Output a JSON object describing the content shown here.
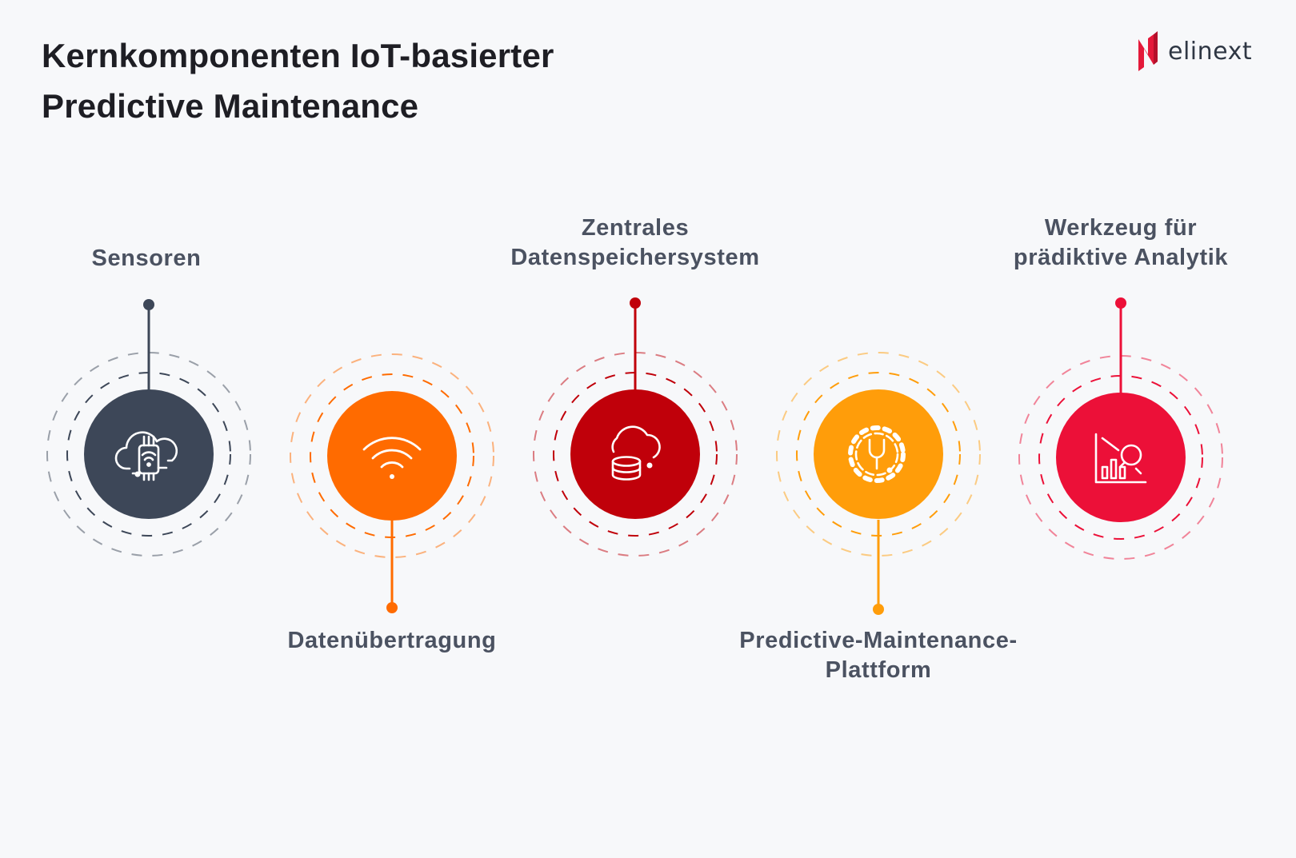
{
  "title": {
    "line1": "Kernkomponenten IoT-basierter",
    "line2": "Predictive Maintenance"
  },
  "logo": {
    "text": "elinext",
    "mark_color": "#e4193a"
  },
  "components": [
    {
      "lines": [
        "Sensoren"
      ],
      "icon": "cloud-sensor-icon",
      "color": "#3d4758",
      "label_position": "top"
    },
    {
      "lines": [
        "Datenübertragung"
      ],
      "icon": "wifi-icon",
      "color": "#ff6b00",
      "label_position": "bottom"
    },
    {
      "lines": [
        "Zentrales",
        "Datenspeichersystem"
      ],
      "icon": "cloud-database-icon",
      "color": "#c0000a",
      "label_position": "top"
    },
    {
      "lines": [
        "Predictive-Maintenance-",
        "Plattform"
      ],
      "icon": "gear-wrench-icon",
      "color": "#ff9d0a",
      "label_position": "bottom"
    },
    {
      "lines": [
        "Werkzeug für",
        "prädiktive Analytik"
      ],
      "icon": "analytics-chart-icon",
      "color": "#ec1038",
      "label_position": "top"
    }
  ]
}
